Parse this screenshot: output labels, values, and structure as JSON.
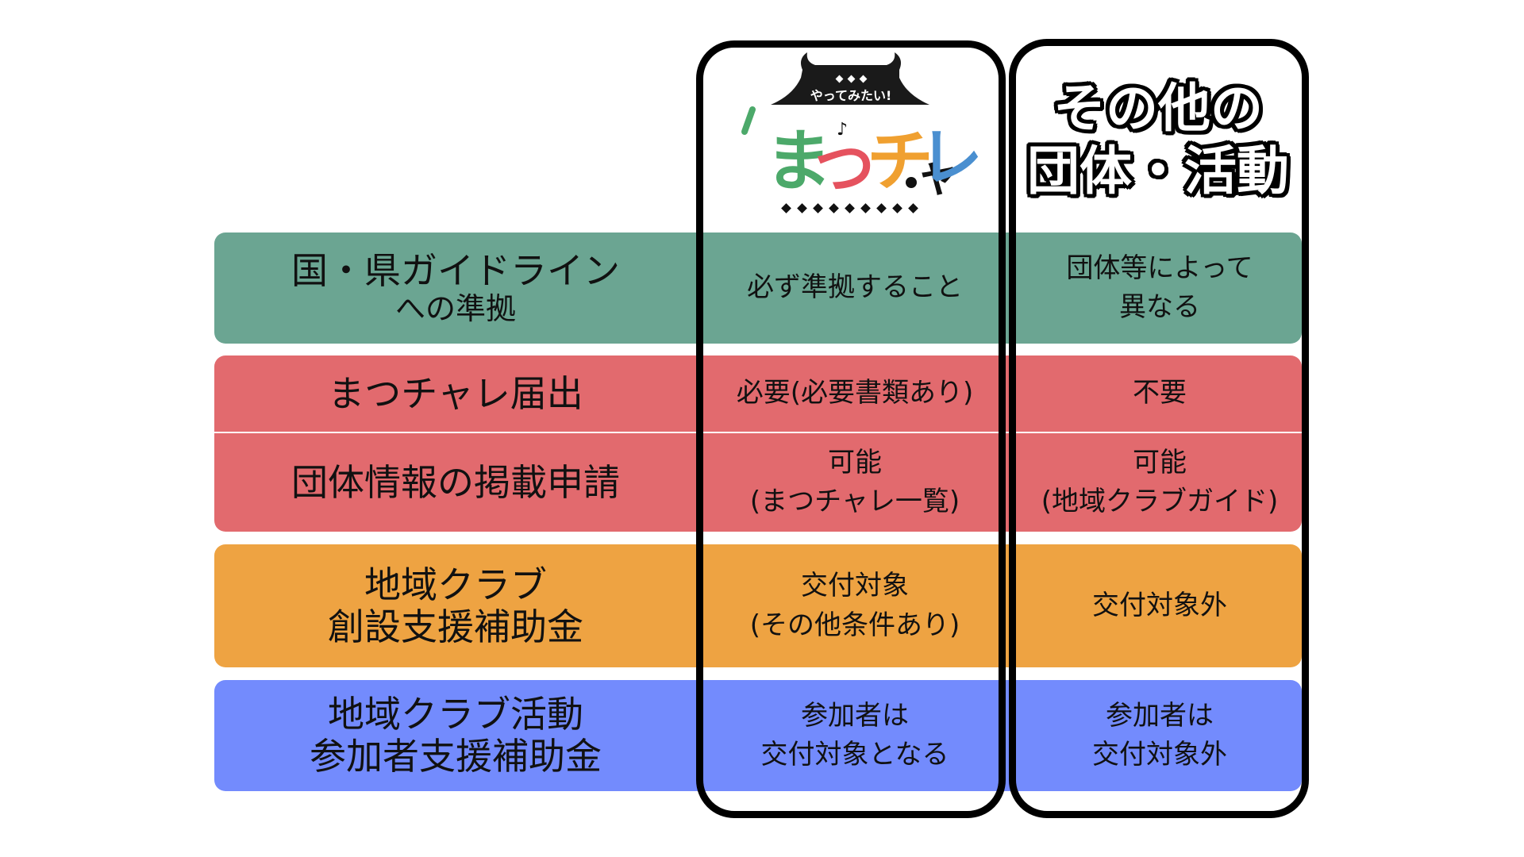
{
  "colors": {
    "green": "#6BA592",
    "red": "#E26A6E",
    "orange": "#EEA342",
    "blue": "#738BFD",
    "border": "#000000"
  },
  "columns": [
    {
      "id": "matsuchare",
      "logo": {
        "tagline": "やってみたい!",
        "name_chars": [
          "ま",
          "つ",
          "チ",
          "ャ",
          "レ"
        ],
        "name_colors": [
          "#4CA96A",
          "#E5525E",
          "#F0A030",
          "#111111",
          "#4A8FD0"
        ]
      }
    },
    {
      "id": "other",
      "title_line1": "その他の",
      "title_line2": "団体・活動"
    }
  ],
  "rows": [
    {
      "label_lines": [
        "国・県ガイドライン",
        "への準拠"
      ],
      "col1": [
        "必ず準拠すること"
      ],
      "col2": [
        "団体等によって",
        "異なる"
      ]
    },
    {
      "label_lines": [
        "まつチャレ届出"
      ],
      "col1": [
        "必要(必要書類あり)"
      ],
      "col2": [
        "不要"
      ]
    },
    {
      "label_lines": [
        "団体情報の掲載申請"
      ],
      "col1": [
        "可能",
        "(まつチャレ一覧)"
      ],
      "col2": [
        "可能",
        "(地域クラブガイド)"
      ]
    },
    {
      "label_lines": [
        "地域クラブ",
        "創設支援補助金"
      ],
      "col1": [
        "交付対象",
        "(その他条件あり)"
      ],
      "col2": [
        "交付対象外"
      ]
    },
    {
      "label_lines": [
        "地域クラブ活動",
        "参加者支援補助金"
      ],
      "col1": [
        "参加者は",
        "交付対象となる"
      ],
      "col2": [
        "参加者は",
        "交付対象外"
      ]
    }
  ]
}
